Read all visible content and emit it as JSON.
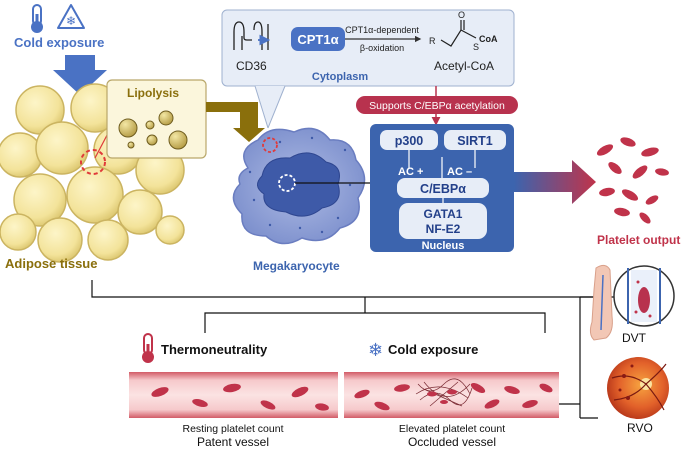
{
  "cold_top": {
    "label": "Cold exposure"
  },
  "lipolysis": {
    "label": "Lipolysis"
  },
  "adipose": {
    "label": "Adipose tissue"
  },
  "cytoplasm": {
    "cd36": "CD36",
    "cpt1a": "CPT1α",
    "arrow_top": "CPT1α-dependent",
    "arrow_bottom": "β-oxidation",
    "r_label": "R",
    "o_label": "O",
    "s_label": "S",
    "coa_label": "CoA",
    "acetyl": "Acetyl-CoA",
    "title": "Cytoplasm"
  },
  "supports": {
    "label": "Supports C/EBPα acetylation"
  },
  "nucleus": {
    "p300": "p300",
    "sirt1": "SIRT1",
    "ac_plus": "AC +",
    "ac_minus": "AC –",
    "cebpa": "C/EBPα",
    "gata1": "GATA1",
    "nfe2": "NF-E2",
    "title": "Nucleus"
  },
  "megakaryocyte": {
    "label": "Megakaryocyte"
  },
  "platelet": {
    "label": "Platelet output"
  },
  "thermo": {
    "label": "Thermoneutrality",
    "caption1": "Resting platelet count",
    "caption2": "Patent vessel"
  },
  "cold_bottom": {
    "label": "Cold exposure",
    "caption1": "Elevated platelet count",
    "caption2": "Occluded vessel"
  },
  "outcomes": {
    "dvt": "DVT",
    "rvo": "RVO"
  },
  "colors": {
    "blue_accent": "#4a72c4",
    "olive": "#8a6f0c",
    "nucleus": "#3c64ae",
    "platelet": "#c0334a",
    "supports": "#b8324e"
  }
}
